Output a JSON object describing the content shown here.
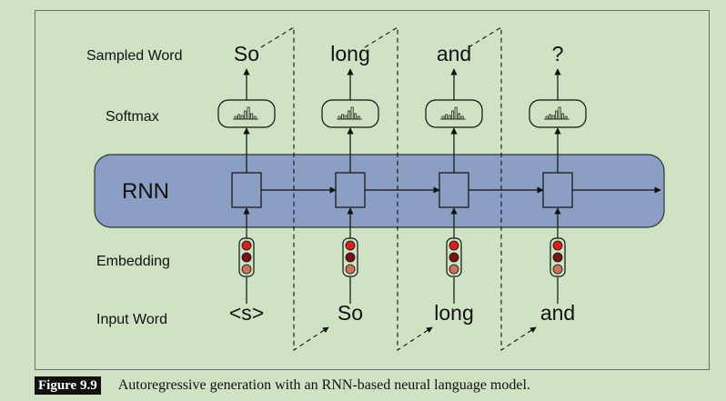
{
  "rows": {
    "sampled_word": "Sampled Word",
    "softmax": "Softmax",
    "embedding": "Embedding",
    "input_word": "Input Word"
  },
  "rnn_label": "RNN",
  "steps": [
    {
      "input": "<s>",
      "output": "So"
    },
    {
      "input": "So",
      "output": "long"
    },
    {
      "input": "long",
      "output": "and"
    },
    {
      "input": "and",
      "output": "?"
    }
  ],
  "colors": {
    "rnn_fill": "#8b9ec4",
    "embed_top": "#d61f1f",
    "embed_mid": "#7a1414",
    "embed_bot": "#c9745c"
  },
  "caption": {
    "label": "Figure 9.9",
    "text": "Autoregressive generation with an RNN-based neural language model."
  }
}
